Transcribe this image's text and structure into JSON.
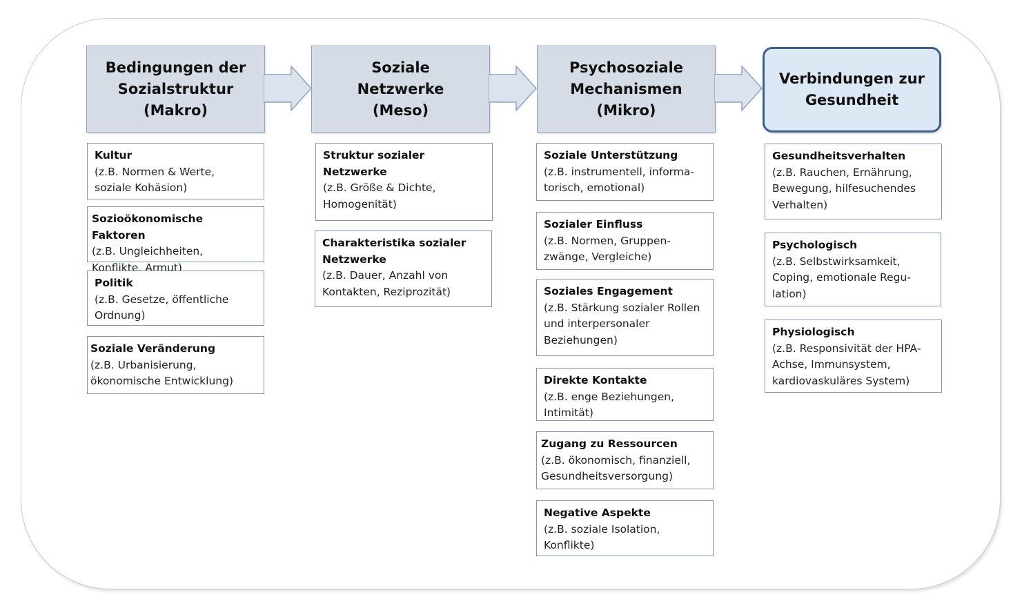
{
  "columns": [
    {
      "header": "Bedingungen der\nSozialstruktur\n(Makro)",
      "items": [
        {
          "title": "Kultur",
          "desc": "(z.B. Normen  & Werte,\nsoziale Kohäsion)"
        },
        {
          "title": "Sozioökonomische Faktoren",
          "desc": "(z.B. Ungleichheiten,\nKonflikte, Armut)"
        },
        {
          "title": "Politik",
          "desc": "(z.B. Gesetze, öffentliche\nOrdnung)"
        },
        {
          "title": "Soziale Veränderung",
          "desc": "(z.B. Urbanisierung,\nökonomische  Entwicklung)"
        }
      ]
    },
    {
      "header": "Soziale\nNetzwerke\n(Meso)",
      "items": [
        {
          "title": "Struktur sozialer\nNetzwerke",
          "desc": "(z.B. Größe  & Dichte,\nHomogenität)"
        },
        {
          "title": "Charakteristika sozialer\nNetzwerke",
          "desc": "(z.B. Dauer, Anzahl von\nKontakten,  Reziprozität)"
        }
      ]
    },
    {
      "header": "Psychosoziale\nMechanismen\n(Mikro)",
      "items": [
        {
          "title": "Soziale Unterstützung",
          "desc": "(z.B. instrumentell,  informa-\ntorisch, emotional)"
        },
        {
          "title": "Sozialer Einfluss",
          "desc": "(z.B. Normen,  Gruppen-\nzwänge, Vergleiche)"
        },
        {
          "title": "Soziales Engagement",
          "desc": "(z.B. Stärkung  sozialer Rollen\nund  interpersonaler\nBeziehungen)"
        },
        {
          "title": "Direkte Kontakte",
          "desc": "(z.B. enge Beziehungen,\nIntimität)"
        },
        {
          "title": "Zugang zu Ressourcen",
          "desc": "(z.B. ökonomisch,  finanziell,\nGesundheitsversorgung)"
        },
        {
          "title": "Negative Aspekte",
          "desc": "(z.B. soziale Isolation,\nKonflikte)"
        }
      ]
    },
    {
      "header": "Verbindungen  zur\nGesundheit",
      "items": [
        {
          "title": "Gesundheitsverhalten",
          "desc": "(z.B. Rauchen, Ernährung,\nBewegung, hilfesuchendes\nVerhalten)"
        },
        {
          "title": "Psychologisch",
          "desc": "(z.B. Selbstwirksamkeit,\nCoping, emotionale  Regu-\nlation)"
        },
        {
          "title": "Physiologisch",
          "desc": "(z.B. Responsivität der HPA-\nAchse, Immunsystem,\nkardiovaskuläres System)"
        }
      ]
    }
  ],
  "colors": {
    "header_fill": "#d6dce6",
    "header_border": "#8fa2bd",
    "final_fill": "#dde8f5",
    "final_border": "#3c5f8d",
    "arrow_fill": "#dce3ee",
    "item_border": "#7f94b3"
  }
}
